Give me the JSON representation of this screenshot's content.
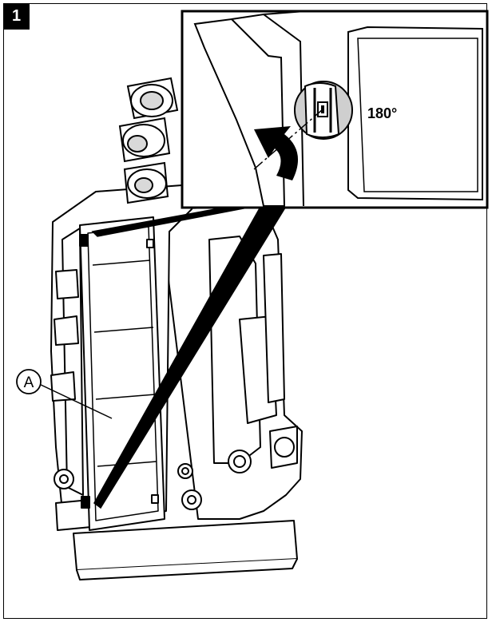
{
  "step_number": "1",
  "callout_label": "A",
  "rotation_label": "180°",
  "colors": {
    "ink": "#000000",
    "paper": "#ffffff",
    "shade": "#d9d9d9"
  }
}
